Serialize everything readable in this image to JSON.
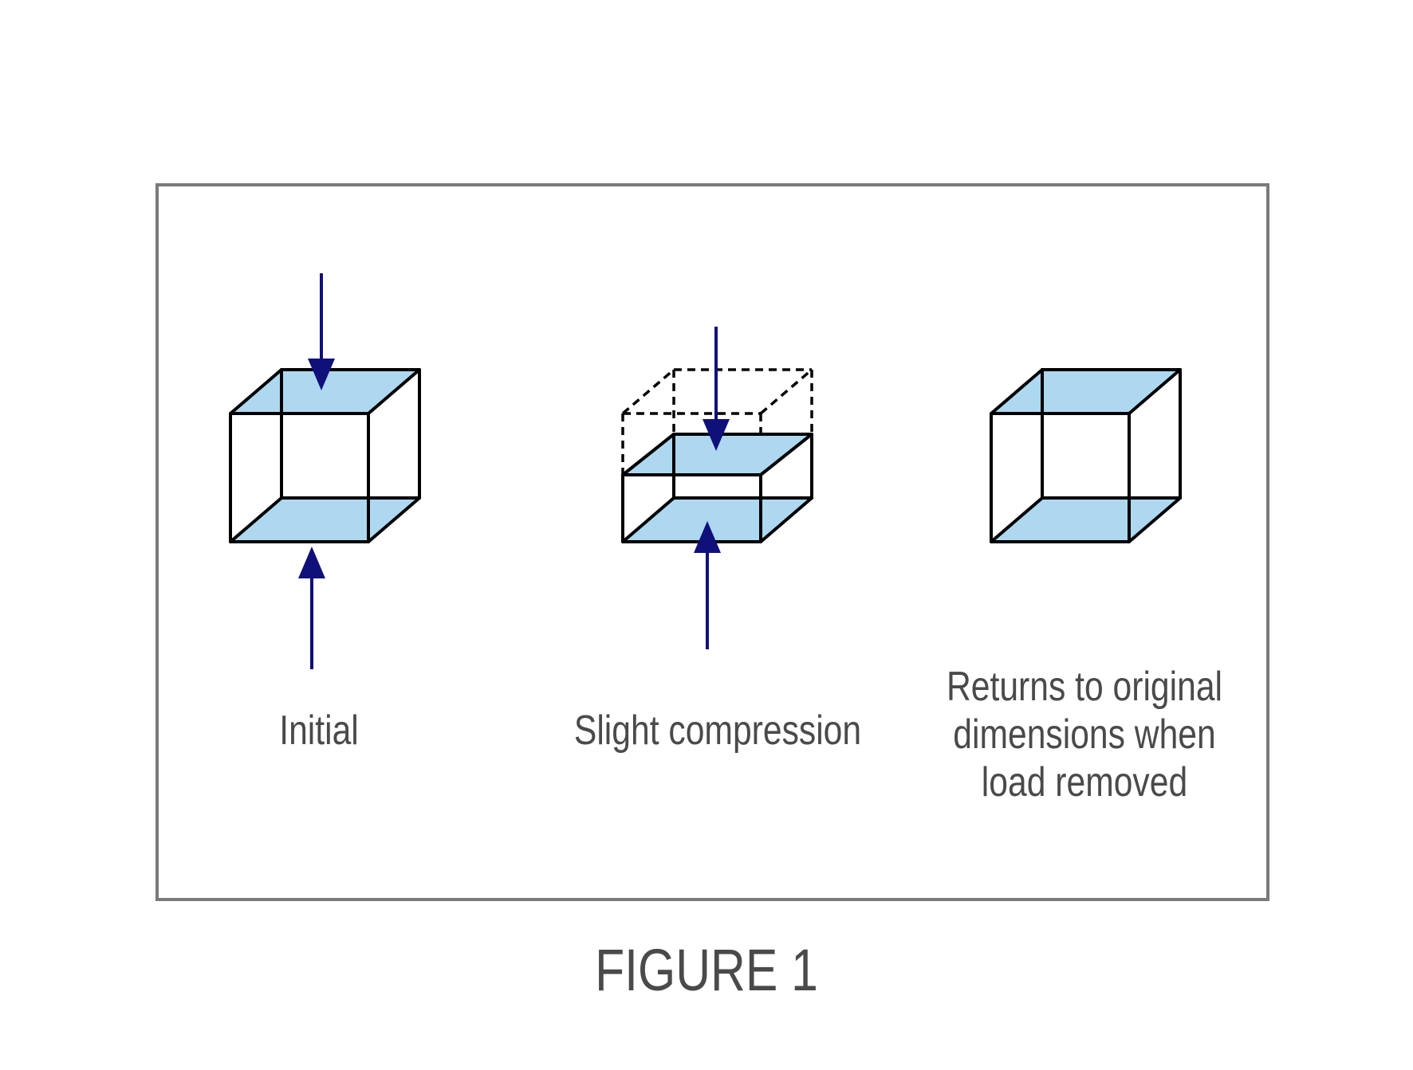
{
  "panels": [
    {
      "id": "initial",
      "label": "Initial"
    },
    {
      "id": "slight-compression",
      "label": "Slight compression"
    },
    {
      "id": "returns",
      "label_lines": [
        "Returns to original",
        "dimensions when",
        "load removed"
      ]
    }
  ],
  "caption": "FIGURE 1",
  "colors": {
    "face_fill": "#add8f0",
    "edge": "#000000",
    "arrow": "#10107a",
    "frame": "#7a7a7a",
    "text": "#4a4a4a"
  }
}
